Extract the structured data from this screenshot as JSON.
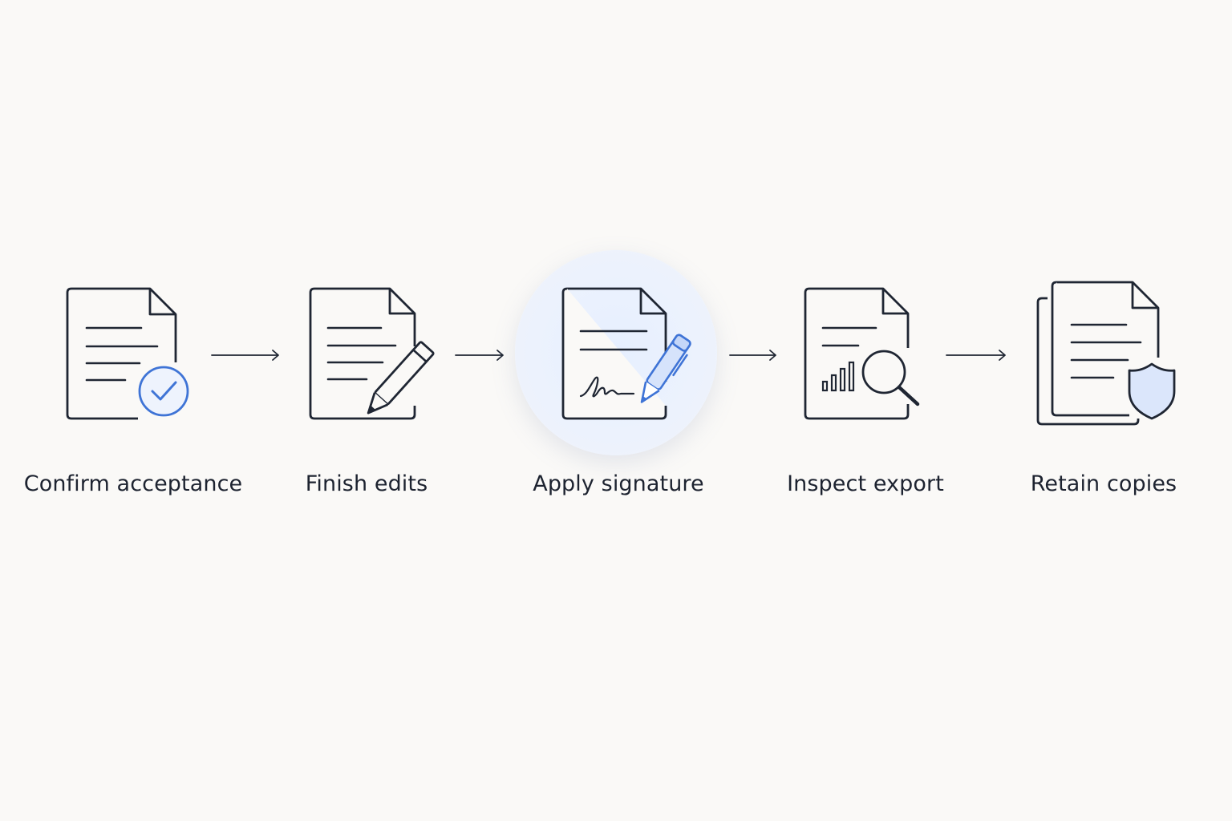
{
  "steps": [
    {
      "label": "Confirm acceptance",
      "icon": "document-check-icon"
    },
    {
      "label": "Finish edits",
      "icon": "document-pencil-icon"
    },
    {
      "label": "Apply signature",
      "icon": "document-signature-icon",
      "highlighted": true
    },
    {
      "label": "Inspect export",
      "icon": "document-magnifier-icon"
    },
    {
      "label": "Retain copies",
      "icon": "documents-shield-icon"
    }
  ],
  "colors": {
    "background": "#faf9f7",
    "ink": "#1f2633",
    "accent": "#3f74d6",
    "accent_fill": "#dbe6fb",
    "highlight": "#e6efff"
  }
}
